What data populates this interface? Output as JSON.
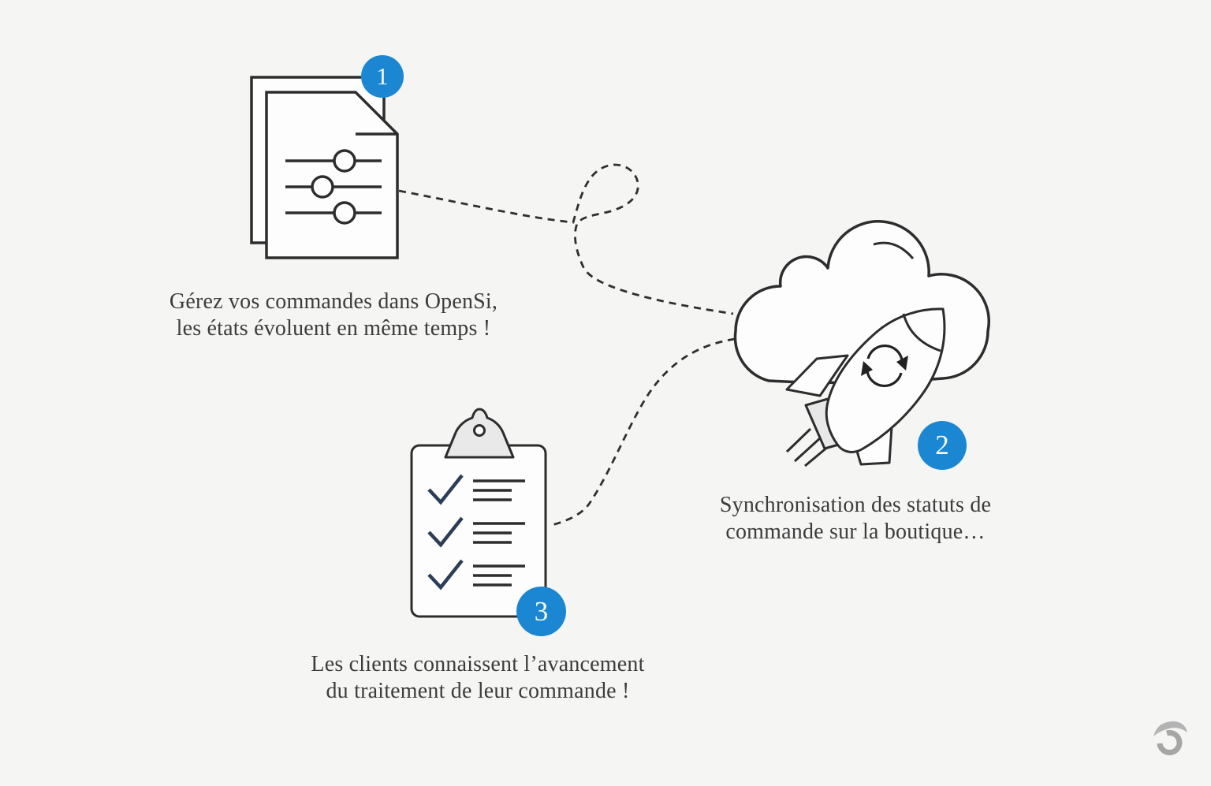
{
  "palette": {
    "background": "#f5f5f4",
    "outline": "#2d2d2d",
    "badge_blue": "#1b87d3",
    "badge_text": "#fbfbfb",
    "caption_text": "#3c3c3c",
    "check_navy": "#2c3d57",
    "fill_white": "#fdfdfd",
    "clip_gray": "#e9e9e9",
    "logo_gray": "#a6a6a6"
  },
  "steps": [
    {
      "number": "1",
      "icon": "documents-settings-icon",
      "caption": {
        "line1": "Gérez vos commandes dans OpenSi,",
        "line2": "les états évoluent en même temps !"
      }
    },
    {
      "number": "2",
      "icon": "cloud-rocket-sync-icon",
      "caption": {
        "line1": "Synchronisation des statuts de",
        "line2": "commande sur la boutique…"
      }
    },
    {
      "number": "3",
      "icon": "clipboard-checklist-icon",
      "caption": {
        "line1": "Les clients connaissent l’avancement",
        "line2": "du traitement de leur commande !"
      }
    }
  ],
  "logo": {
    "name": "opensi-logo-mark"
  }
}
